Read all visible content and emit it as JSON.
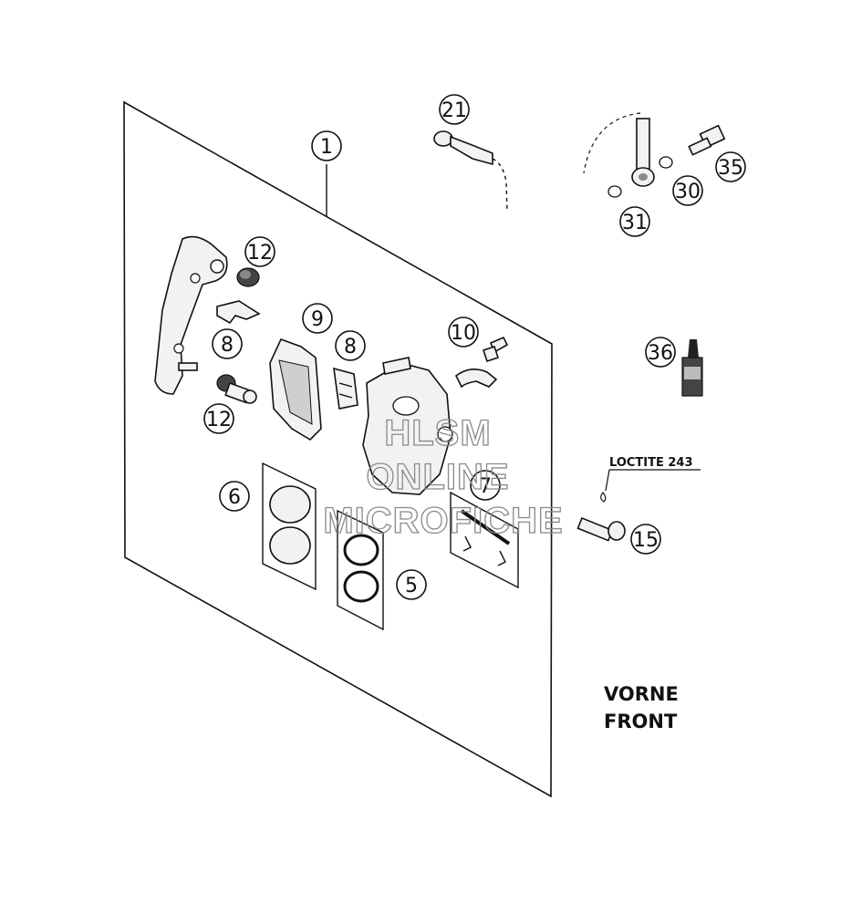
{
  "callouts": {
    "c1": "1",
    "c21": "21",
    "c35": "35",
    "c30": "30",
    "c31": "31",
    "c12a": "12",
    "c8a": "8",
    "c9": "9",
    "c8b": "8",
    "c10": "10",
    "c12b": "12",
    "c36": "36",
    "c6": "6",
    "c7": "7",
    "c5": "5",
    "c15": "15"
  },
  "labels": {
    "loctite": "LOCTITE 243",
    "vorne": "VORNE",
    "front": "FRONT"
  },
  "watermark": {
    "line1": "HLSM",
    "line2": "ONLINE",
    "line3": "MICROFICHE"
  }
}
